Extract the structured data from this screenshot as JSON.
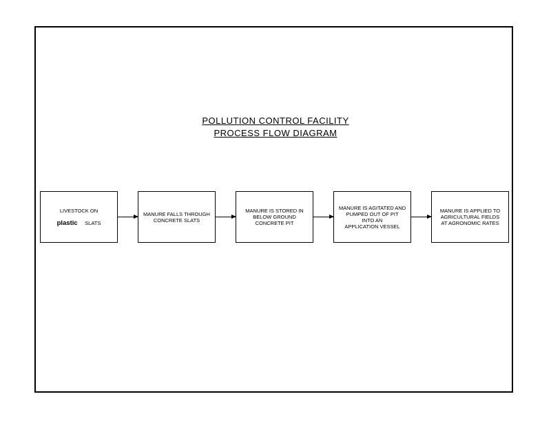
{
  "title_line1": "POLLUTION CONTROL FACILITY",
  "title_line2": "PROCESS FLOW DIAGRAM",
  "steps": [
    {
      "line1": "LIVESTOCK ON",
      "line2a": "plastic",
      "line2b": "SLATS"
    },
    {
      "text": "MANURE FALLS THROUGH\nCONCRETE SLATS"
    },
    {
      "text": "MANURE IS STORED IN\nBELOW GROUND\nCONCRETE PIT"
    },
    {
      "text": "MANURE IS AGITATED AND\nPUMPED OUT OF PIT\nINTO AN\nAPPLICATION VESSEL"
    },
    {
      "text": "MANURE IS APPLIED TO\nAGRICULTURAL FIELDS\nAT AGRONOMIC RATES"
    }
  ]
}
